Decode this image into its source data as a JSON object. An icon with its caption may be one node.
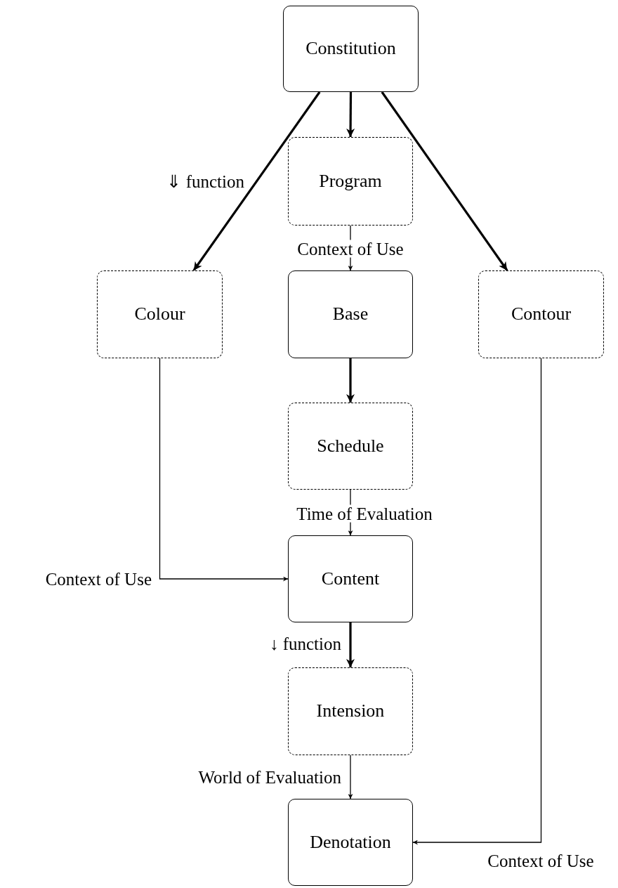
{
  "diagram": {
    "nodes": [
      {
        "text": [
          "Constitution"
        ]
      },
      {
        "text": [
          "Program"
        ]
      },
      {
        "text": [
          "Colour"
        ]
      },
      {
        "text": [
          "Base"
        ]
      },
      {
        "text": [
          "Contour"
        ]
      },
      {
        "text": [
          "Schedule"
        ]
      },
      {
        "text": [
          "Content"
        ]
      },
      {
        "text": [
          "Intension"
        ]
      },
      {
        "text": [
          "Denotation"
        ]
      }
    ],
    "edges": [
      {
        "from": 0,
        "to": 2,
        "arrow": "to",
        "label": "⇓ function",
        "style": "thick"
      },
      {
        "from": 0,
        "to": 1,
        "arrow": "to",
        "style": "thick"
      },
      {
        "from": 0,
        "to": 4,
        "arrow": "to",
        "style": "thick"
      },
      {
        "from": 1,
        "to": 3,
        "arrow": "to",
        "label": "Context of Use"
      },
      {
        "from": 3,
        "to": 5,
        "arrow": "to",
        "style": "thick"
      },
      {
        "from": 5,
        "to": 6,
        "arrow": "to",
        "label": "Time of Evaluation"
      },
      {
        "from": 2,
        "to": 6,
        "arrow": "to",
        "label": "Context of Use"
      },
      {
        "from": 6,
        "to": 7,
        "arrow": "to",
        "label": "↓ function",
        "style": "thick"
      },
      {
        "from": 7,
        "to": 8,
        "arrow": "to",
        "label": "World of Evaluation"
      },
      {
        "from": 4,
        "to": 8,
        "arrow": "to",
        "label": "Context of Use"
      }
    ]
  }
}
